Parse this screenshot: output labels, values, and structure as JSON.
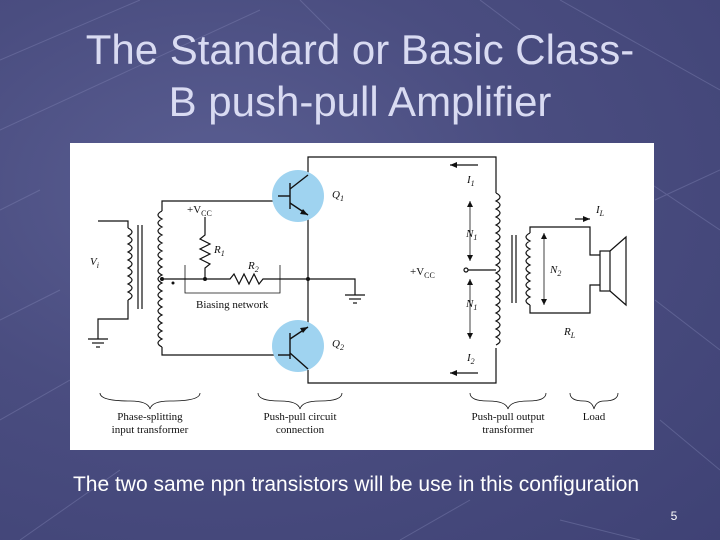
{
  "slide": {
    "title_line1": "The Standard or Basic Class-",
    "title_line2": "B push-pull Amplifier",
    "caption": "The two same npn transistors will be use in this configuration",
    "page_number": "5",
    "background_color": "#4a4d80",
    "title_color": "#d9dbf2"
  },
  "diagram": {
    "labels": {
      "vi": "V",
      "vi_sub": "i",
      "vcc1": "+V",
      "vcc1_sub": "CC",
      "r1": "R",
      "r1_sub": "1",
      "r2": "R",
      "r2_sub": "2",
      "biasing": "Biasing network",
      "q1": "Q",
      "q1_sub": "1",
      "q2": "Q",
      "q2_sub": "2",
      "i1": "I",
      "i1_sub": "1",
      "i2": "I",
      "i2_sub": "2",
      "n1_top": "N",
      "n1_top_sub": "1",
      "n1_bot": "N",
      "n1_bot_sub": "1",
      "n2": "N",
      "n2_sub": "2",
      "vcc2": "+V",
      "vcc2_sub": "CC",
      "il": "I",
      "il_sub": "L",
      "rl": "R",
      "rl_sub": "L"
    },
    "captions": {
      "phase_line1": "Phase-splitting",
      "phase_line2": "input transformer",
      "pushpull_line1": "Push-pull circuit",
      "pushpull_line2": "connection",
      "output_line1": "Push-pull output",
      "output_line2": "transformer",
      "load": "Load"
    },
    "transistor_color": "#9fd3f0"
  }
}
